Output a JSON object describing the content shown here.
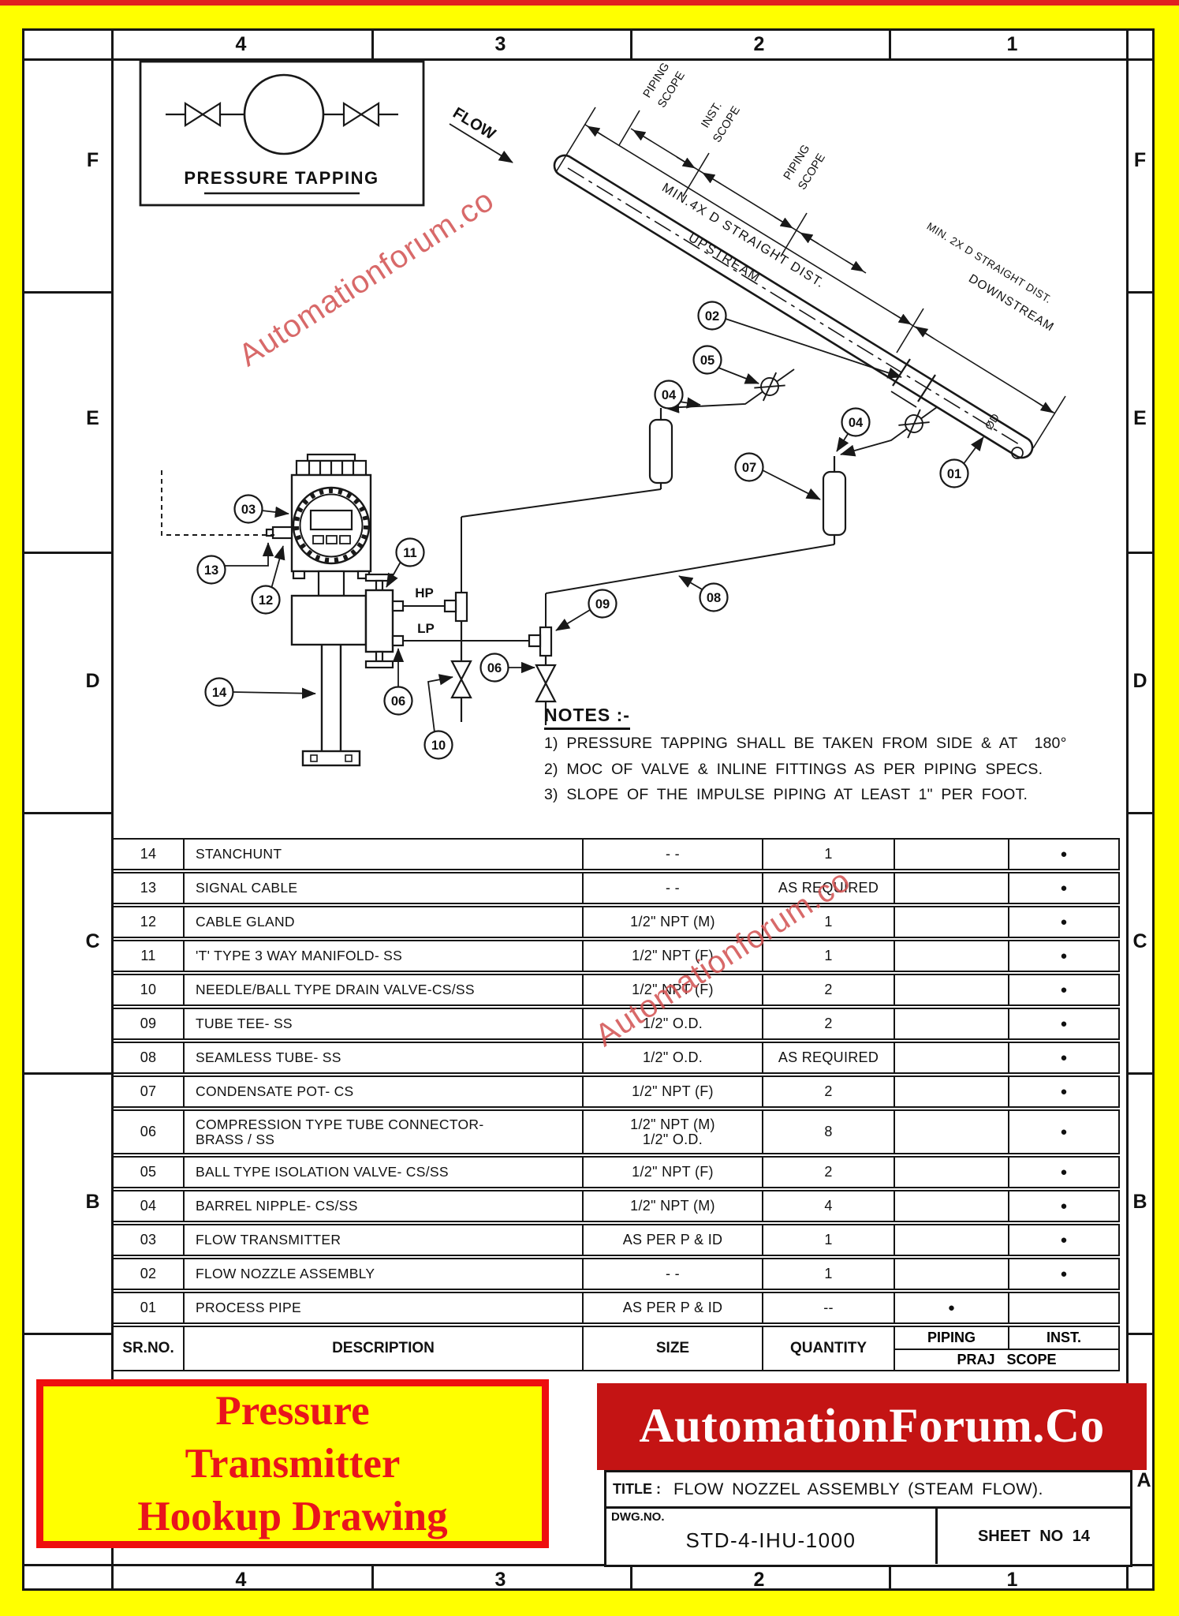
{
  "watermark": "Automationforum.co",
  "grid": {
    "top": [
      "4",
      "3",
      "2",
      "1"
    ],
    "bottom": [
      "4",
      "3",
      "2",
      "1"
    ],
    "left": [
      "F",
      "E",
      "D",
      "C",
      "B"
    ],
    "right": [
      "F",
      "E",
      "D",
      "C",
      "B",
      "A"
    ]
  },
  "legend": {
    "title": "PRESSURE TAPPING"
  },
  "diagram": {
    "flow_label": "FLOW",
    "dim_upstream": "MIN.4X D STRAIGHT DIST.",
    "upstream": "UPSTREAM",
    "dim_downstream": "MIN. 2X D STRAIGHT DIST.",
    "downstream": "DOWNSTREAM",
    "scope_words": [
      "PIPING",
      "SCOPE",
      "INST.",
      "SCOPE",
      "PIPING",
      "SCOPE"
    ],
    "pipe_dia": "ØD",
    "hp": "HP",
    "lp": "LP",
    "balloons": [
      "02",
      "05",
      "04",
      "04",
      "07",
      "01",
      "08",
      "09",
      "11",
      "03",
      "12",
      "13",
      "14",
      "06",
      "06",
      "10"
    ]
  },
  "notes": {
    "title": "NOTES :-",
    "lines": [
      "1) PRESSURE TAPPING SHALL BE TAKEN FROM SIDE & AT  180°",
      "2) MOC OF VALVE & INLINE FITTINGS AS PER PIPING SPECS.",
      "3) SLOPE OF THE IMPULSE PIPING AT LEAST 1\" PER FOOT."
    ]
  },
  "bom": {
    "headers": {
      "sr": "SR.NO.",
      "description": "DESCRIPTION",
      "size": "SIZE",
      "quantity": "QUANTITY",
      "piping": "PIPING",
      "inst": "INST.",
      "scope": "PRAJ SCOPE"
    },
    "rows": [
      {
        "sr": "14",
        "desc": "STANCHUNT",
        "size": "- -",
        "qty": "1",
        "piping": "",
        "inst": "●"
      },
      {
        "sr": "13",
        "desc": "SIGNAL CABLE",
        "size": "- -",
        "qty": "AS REQUIRED",
        "piping": "",
        "inst": "●"
      },
      {
        "sr": "12",
        "desc": "CABLE GLAND",
        "size": "1/2\" NPT (M)",
        "qty": "1",
        "piping": "",
        "inst": "●"
      },
      {
        "sr": "11",
        "desc": "'T' TYPE 3 WAY MANIFOLD- SS",
        "size": "1/2\" NPT (F)",
        "qty": "1",
        "piping": "",
        "inst": "●"
      },
      {
        "sr": "10",
        "desc": "NEEDLE/BALL TYPE DRAIN VALVE-CS/SS",
        "size": "1/2\" NPT (F)",
        "qty": "2",
        "piping": "",
        "inst": "●"
      },
      {
        "sr": "09",
        "desc": "TUBE TEE- SS",
        "size": "1/2\" O.D.",
        "qty": "2",
        "piping": "",
        "inst": "●"
      },
      {
        "sr": "08",
        "desc": "SEAMLESS TUBE- SS",
        "size": "1/2\" O.D.",
        "qty": "AS REQUIRED",
        "piping": "",
        "inst": "●"
      },
      {
        "sr": "07",
        "desc": "CONDENSATE POT- CS",
        "size": "1/2\" NPT (F)",
        "qty": "2",
        "piping": "",
        "inst": "●"
      },
      {
        "sr": "06",
        "desc": "COMPRESSION TYPE TUBE CONNECTOR-\nBRASS / SS",
        "size": "1/2\" NPT (M)\n1/2\" O.D.",
        "qty": "8",
        "piping": "",
        "inst": "●"
      },
      {
        "sr": "05",
        "desc": "BALL TYPE ISOLATION VALVE- CS/SS",
        "size": "1/2\" NPT (F)",
        "qty": "2",
        "piping": "",
        "inst": "●"
      },
      {
        "sr": "04",
        "desc": "BARREL NIPPLE- CS/SS",
        "size": "1/2\" NPT (M)",
        "qty": "4",
        "piping": "",
        "inst": "●"
      },
      {
        "sr": "03",
        "desc": "FLOW TRANSMITTER",
        "size": "AS PER P & ID",
        "qty": "1",
        "piping": "",
        "inst": "●"
      },
      {
        "sr": "02",
        "desc": "FLOW NOZZLE ASSEMBLY",
        "size": "- -",
        "qty": "1",
        "piping": "",
        "inst": "●"
      },
      {
        "sr": "01",
        "desc": "PROCESS PIPE",
        "size": "AS PER P & ID",
        "qty": "--",
        "piping": "●",
        "inst": ""
      }
    ]
  },
  "promo": {
    "lines": [
      "Pressure",
      "Transmitter",
      "Hookup Drawing"
    ]
  },
  "title_block": {
    "brand": "AutomationForum.Co",
    "title_label": "TITLE :",
    "title": "FLOW NOZZEL ASSEMBLY (STEAM FLOW).",
    "dwg_label": "DWG.NO.",
    "dwg_no": "STD-4-IHU-1000",
    "sheet_no": "SHEET NO 14"
  }
}
